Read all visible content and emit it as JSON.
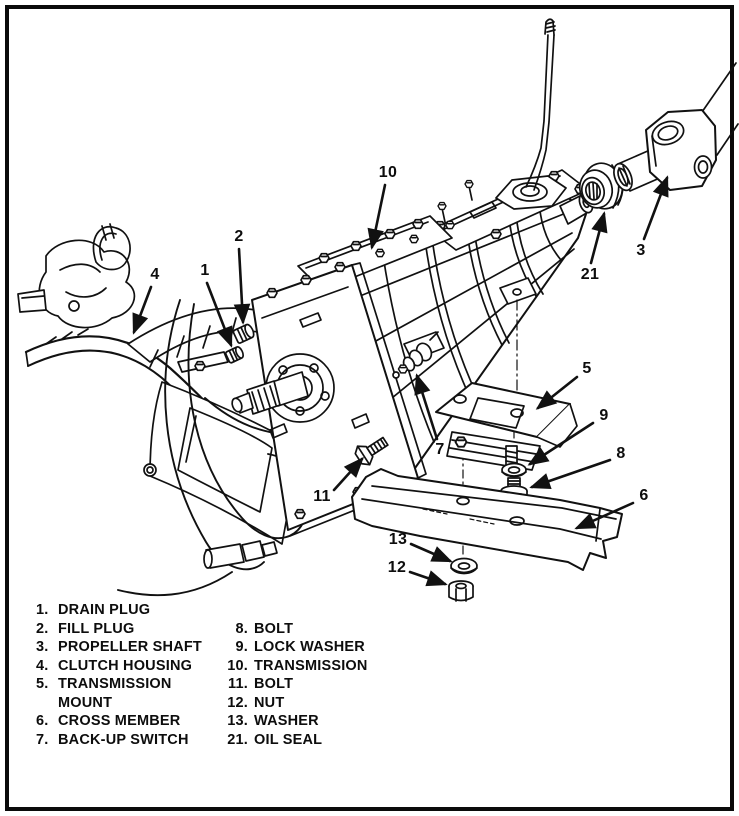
{
  "colors": {
    "ink": "#111111",
    "paper": "#ffffff"
  },
  "callouts": {
    "c1": "1",
    "c2": "2",
    "c3": "3",
    "c4": "4",
    "c5": "5",
    "c6": "6",
    "c7": "7",
    "c8": "8",
    "c9": "9",
    "c10": "10",
    "c11": "11",
    "c12": "12",
    "c13": "13",
    "c21": "21"
  },
  "legend": {
    "left": [
      {
        "num": "1.",
        "label": "DRAIN PLUG"
      },
      {
        "num": "2.",
        "label": "FILL PLUG"
      },
      {
        "num": "3.",
        "label": "PROPELLER SHAFT"
      },
      {
        "num": "4.",
        "label": "CLUTCH HOUSING"
      },
      {
        "num": "5.",
        "label": "TRANSMISSION\nMOUNT"
      },
      {
        "num": "6.",
        "label": "CROSS MEMBER"
      },
      {
        "num": "7.",
        "label": "BACK-UP SWITCH"
      }
    ],
    "right": [
      {
        "num": "8.",
        "label": "BOLT"
      },
      {
        "num": "9.",
        "label": "LOCK WASHER"
      },
      {
        "num": "10.",
        "label": "TRANSMISSION"
      },
      {
        "num": "11.",
        "label": "BOLT"
      },
      {
        "num": "12.",
        "label": "NUT"
      },
      {
        "num": "13.",
        "label": "WASHER"
      },
      {
        "num": "21.",
        "label": "OIL SEAL"
      }
    ]
  }
}
